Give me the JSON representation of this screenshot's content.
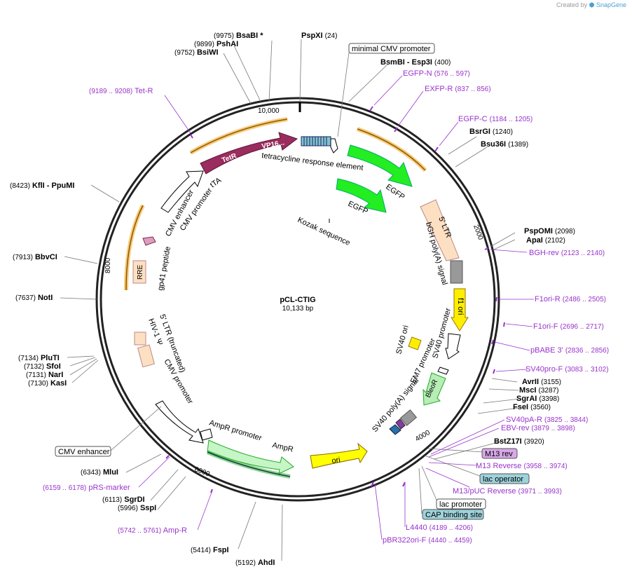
{
  "credit": {
    "prefix": "Created by",
    "brand": "SnapGene"
  },
  "plasmid": {
    "name": "pCL-CTIG",
    "length": "10,133 bp"
  },
  "ticks": [
    "10,000",
    "2000",
    "4000",
    "6000",
    "8000"
  ],
  "enzymes": [
    {
      "pos": "(9975)",
      "name": "BsaBI",
      "suffix": "*"
    },
    {
      "pos": "(9899)",
      "name": "PshAI"
    },
    {
      "pos": "(9752)",
      "name": "BsiWI"
    },
    {
      "pos": "",
      "name": "PspXI",
      "pos2": "(24)"
    },
    {
      "pos": "",
      "name": "BsmBI",
      "name2": "- Esp3I",
      "pos2": "(400)"
    },
    {
      "pos": "",
      "name": "BsrGI",
      "pos2": "(1240)"
    },
    {
      "pos": "",
      "name": "Bsu36I",
      "pos2": "(1389)"
    },
    {
      "pos": "",
      "name": "PspOMI",
      "pos2": "(2098)"
    },
    {
      "pos": "",
      "name": "ApaI",
      "pos2": "(2102)"
    },
    {
      "pos": "",
      "name": "AvrII",
      "pos2": "(3155)"
    },
    {
      "pos": "",
      "name": "MscI",
      "pos2": "(3287)"
    },
    {
      "pos": "",
      "name": "SgrAI",
      "pos2": "(3398)"
    },
    {
      "pos": "",
      "name": "FseI",
      "pos2": "(3560)"
    },
    {
      "pos": "",
      "name": "BstZ17I",
      "pos2": "(3920)"
    },
    {
      "pos": "(5192)",
      "name": "AhdI"
    },
    {
      "pos": "(5414)",
      "name": "FspI"
    },
    {
      "pos": "(5996)",
      "name": "SspI"
    },
    {
      "pos": "(6113)",
      "name": "SgrDI"
    },
    {
      "pos": "(6343)",
      "name": "MluI"
    },
    {
      "pos": "(7130)",
      "name": "KasI"
    },
    {
      "pos": "(7131)",
      "name": "NarI"
    },
    {
      "pos": "(7132)",
      "name": "SfoI"
    },
    {
      "pos": "(7134)",
      "name": "PluTI"
    },
    {
      "pos": "(7637)",
      "name": "NotI"
    },
    {
      "pos": "(7913)",
      "name": "BbvCI"
    },
    {
      "pos": "(8423)",
      "name": "KflI",
      "name2": "- PpuMI"
    }
  ],
  "primers": [
    {
      "name": "EGFP-N",
      "range": "(576 .. 597)"
    },
    {
      "name": "EXFP-R",
      "range": "(837 .. 856)"
    },
    {
      "name": "EGFP-C",
      "range": "(1184 .. 1205)"
    },
    {
      "name": "BGH-rev",
      "range": "(2123 .. 2140)"
    },
    {
      "name": "F1ori-R",
      "range": "(2486 .. 2505)"
    },
    {
      "name": "F1ori-F",
      "range": "(2696 .. 2717)"
    },
    {
      "name": "pBABE 3'",
      "range": "(2836 .. 2856)"
    },
    {
      "name": "SV40pro-F",
      "range": "(3083 .. 3102)"
    },
    {
      "name": "SV40pA-R",
      "range": "(3825 .. 3844)"
    },
    {
      "name": "EBV-rev",
      "range": "(3879 .. 3898)"
    },
    {
      "name": "M13 Reverse",
      "range": "(3958 .. 3974)"
    },
    {
      "name": "M13/pUC Reverse",
      "range": "(3971 .. 3993)"
    },
    {
      "name": "L4440",
      "range": "(4189 .. 4206)"
    },
    {
      "name": "pBR322ori-F",
      "range": "(4440 .. 4459)"
    },
    {
      "name": "Amp-R",
      "range": "(5742 .. 5761)"
    },
    {
      "name": "pRS-marker",
      "range": "(6159 .. 6178)"
    },
    {
      "name": "Tet-R",
      "range": "(9189 .. 9208)"
    }
  ],
  "boxed": {
    "min_cmv": "minimal CMV promoter",
    "m13rev": "M13 rev",
    "lacop": "lac operator",
    "lacprom": "lac promoter",
    "cap": "CAP binding site",
    "cmvenh": "CMV enhancer"
  },
  "features": {
    "tetr": "TetR",
    "vp16": "VP16...",
    "tre": "tetracycline response element",
    "egfp": "EGFP",
    "kozak": "Kozak sequence",
    "ltr": "5' LTR",
    "bgh": "bGH poly(A) signal",
    "f1": "f1 ori",
    "sv40ori": "SV40 ori",
    "sv40prom": "SV40 promoter",
    "em7": "EM7 promoter",
    "bleor": "BleoR",
    "sv40pa": "SV40 poly(A) signal",
    "ori": "ori",
    "ampr": "AmpR",
    "amprprom": "AmpR promoter",
    "ltrtrunc": "5' LTR (truncated)",
    "hiv": "HIV-1 Ψ",
    "cmvprom": "CMV promoter",
    "rre": "RRE",
    "gp41": "gp41 peptide",
    "cmvenh": "CMV enhancer",
    "tta": "tTA"
  },
  "colors": {
    "backbone": "#222222",
    "tetr": "#9b2c5e",
    "gfp": "#22ee22",
    "ltr": "#fde0c2",
    "polyA": "#999999",
    "f1": "#ffee00",
    "bleor": "#b6eeb6",
    "ampr": "#c6f5c6",
    "ori": "#ffff00",
    "primer": "#9933cc",
    "orange": "#f5a623"
  }
}
